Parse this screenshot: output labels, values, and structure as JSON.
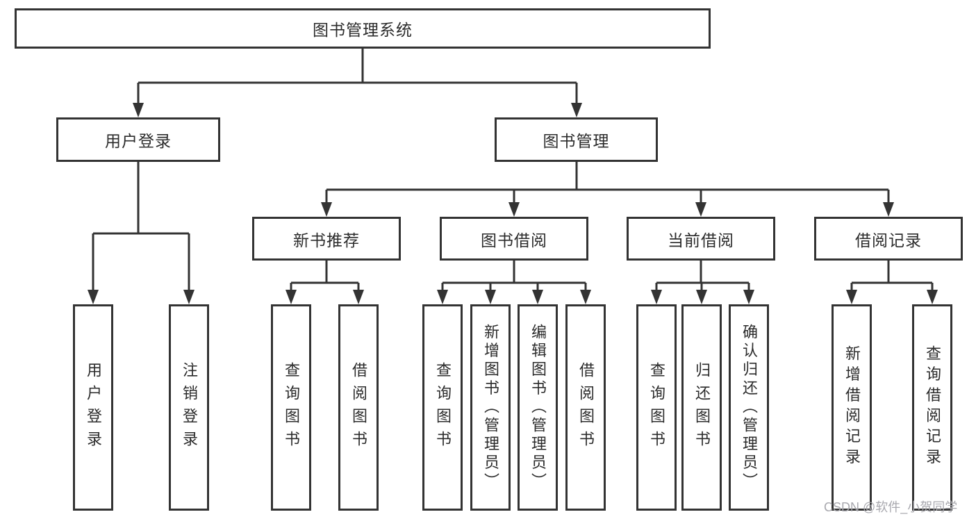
{
  "tree": {
    "root": {
      "label": "图书管理系统"
    },
    "branches": [
      {
        "label": "用户登录",
        "children": [
          {
            "label": "用户登录"
          },
          {
            "label": "注销登录"
          }
        ]
      },
      {
        "label": "图书管理",
        "children": [
          {
            "label": "新书推荐",
            "children": [
              {
                "label": "查询图书"
              },
              {
                "label": "借阅图书"
              }
            ]
          },
          {
            "label": "图书借阅",
            "children": [
              {
                "label": "查询图书"
              },
              {
                "label": "新增图书（管理员）"
              },
              {
                "label": "编辑图书（管理员）"
              },
              {
                "label": "借阅图书"
              }
            ]
          },
          {
            "label": "当前借阅",
            "children": [
              {
                "label": "查询图书"
              },
              {
                "label": "归还图书"
              },
              {
                "label": "确认归还（管理员）"
              }
            ]
          },
          {
            "label": "借阅记录",
            "children": [
              {
                "label": "新增借阅记录"
              },
              {
                "label": "查询借阅记录"
              }
            ]
          }
        ]
      }
    ]
  },
  "watermark": {
    "text": "CSDN @软件_小贺同学"
  },
  "colors": {
    "line": "#333333",
    "border": "#333333",
    "text": "#2b2b2b",
    "watermark": "#a8a8ae",
    "background": "#ffffff"
  }
}
